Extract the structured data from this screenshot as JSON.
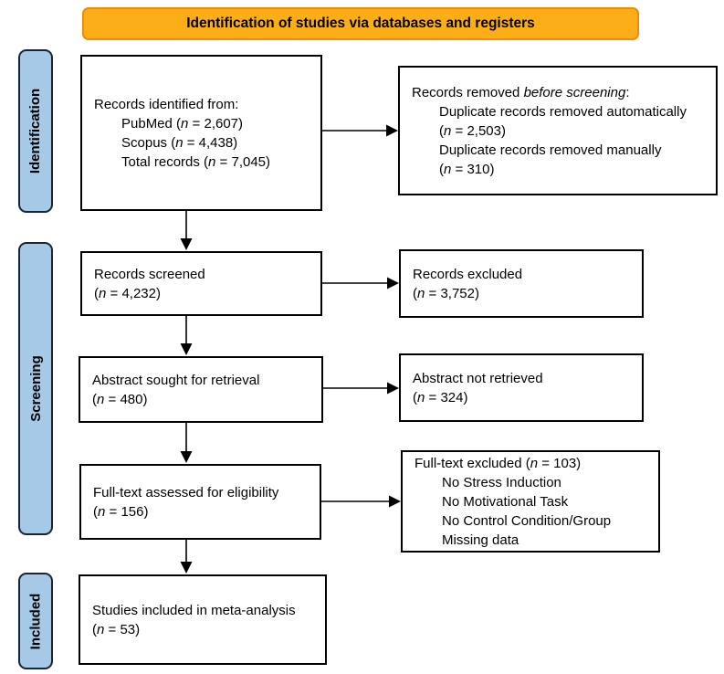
{
  "colors": {
    "banner_fill": "#FBAE17",
    "banner_border": "#F08A00",
    "sidebar_fill": "#A6C9E8",
    "sidebar_border": "#1B2433",
    "box_border": "#000000"
  },
  "header": {
    "title": "Identification of studies via databases and registers"
  },
  "sidebar": {
    "stages": [
      {
        "label": "Identification"
      },
      {
        "label": "Screening"
      },
      {
        "label": "Included"
      }
    ]
  },
  "boxes": {
    "records_identified": {
      "lines": [
        {
          "indent": 0,
          "segs": [
            {
              "t": "Records identified from:"
            }
          ]
        },
        {
          "indent": 1,
          "segs": [
            {
              "t": "PubMed ("
            },
            {
              "t": "n",
              "i": true
            },
            {
              "t": " = 2,607)"
            }
          ]
        },
        {
          "indent": 1,
          "segs": [
            {
              "t": "Scopus ("
            },
            {
              "t": "n",
              "i": true
            },
            {
              "t": " = 4,438)"
            }
          ]
        },
        {
          "indent": 1,
          "segs": [
            {
              "t": "Total records ("
            },
            {
              "t": "n",
              "i": true
            },
            {
              "t": " = 7,045)"
            }
          ]
        }
      ]
    },
    "records_removed": {
      "lines": [
        {
          "indent": 0,
          "segs": [
            {
              "t": "Records removed "
            },
            {
              "t": "before screening",
              "i": true
            },
            {
              "t": ":"
            }
          ]
        },
        {
          "indent": 1,
          "segs": [
            {
              "t": "Duplicate records removed automatically"
            }
          ]
        },
        {
          "indent": 1,
          "segs": [
            {
              "t": "("
            },
            {
              "t": "n",
              "i": true
            },
            {
              "t": " = 2,503)"
            }
          ]
        },
        {
          "indent": 1,
          "segs": [
            {
              "t": "Duplicate records removed manually"
            }
          ]
        },
        {
          "indent": 1,
          "segs": [
            {
              "t": "("
            },
            {
              "t": "n",
              "i": true
            },
            {
              "t": " = 310)"
            }
          ]
        }
      ]
    },
    "records_screened": {
      "lines": [
        {
          "indent": 0,
          "segs": [
            {
              "t": "Records screened"
            }
          ]
        },
        {
          "indent": 0,
          "segs": [
            {
              "t": "("
            },
            {
              "t": "n",
              "i": true
            },
            {
              "t": " = 4,232)"
            }
          ]
        }
      ]
    },
    "records_excluded": {
      "lines": [
        {
          "indent": 0,
          "segs": [
            {
              "t": "Records excluded"
            }
          ]
        },
        {
          "indent": 0,
          "segs": [
            {
              "t": "("
            },
            {
              "t": "n",
              "i": true
            },
            {
              "t": " = 3,752)"
            }
          ]
        }
      ]
    },
    "abstract_sought": {
      "lines": [
        {
          "indent": 0,
          "segs": [
            {
              "t": "Abstract sought for retrieval"
            }
          ]
        },
        {
          "indent": 0,
          "segs": [
            {
              "t": "("
            },
            {
              "t": "n",
              "i": true
            },
            {
              "t": " = 480)"
            }
          ]
        }
      ]
    },
    "abstract_not_retrieved": {
      "lines": [
        {
          "indent": 0,
          "segs": [
            {
              "t": "Abstract not retrieved"
            }
          ]
        },
        {
          "indent": 0,
          "segs": [
            {
              "t": "("
            },
            {
              "t": "n",
              "i": true
            },
            {
              "t": " = 324)"
            }
          ]
        }
      ]
    },
    "fulltext_assessed": {
      "lines": [
        {
          "indent": 0,
          "segs": [
            {
              "t": "Full-text assessed for eligibility"
            }
          ]
        },
        {
          "indent": 0,
          "segs": [
            {
              "t": "("
            },
            {
              "t": "n",
              "i": true
            },
            {
              "t": " = 156)"
            }
          ]
        }
      ]
    },
    "fulltext_excluded": {
      "lines": [
        {
          "indent": 0,
          "segs": [
            {
              "t": "Full-text excluded ("
            },
            {
              "t": "n",
              "i": true
            },
            {
              "t": " = 103)"
            }
          ]
        },
        {
          "indent": 1,
          "segs": [
            {
              "t": "No Stress Induction"
            }
          ]
        },
        {
          "indent": 1,
          "segs": [
            {
              "t": "No Motivational Task"
            }
          ]
        },
        {
          "indent": 1,
          "segs": [
            {
              "t": "No Control Condition/Group"
            }
          ]
        },
        {
          "indent": 1,
          "segs": [
            {
              "t": "Missing data"
            }
          ]
        }
      ]
    },
    "studies_included": {
      "lines": [
        {
          "indent": 0,
          "segs": [
            {
              "t": "Studies included in meta-analysis"
            }
          ]
        },
        {
          "indent": 0,
          "segs": [
            {
              "t": "("
            },
            {
              "t": "n",
              "i": true
            },
            {
              "t": " = 53)"
            }
          ]
        }
      ]
    }
  }
}
